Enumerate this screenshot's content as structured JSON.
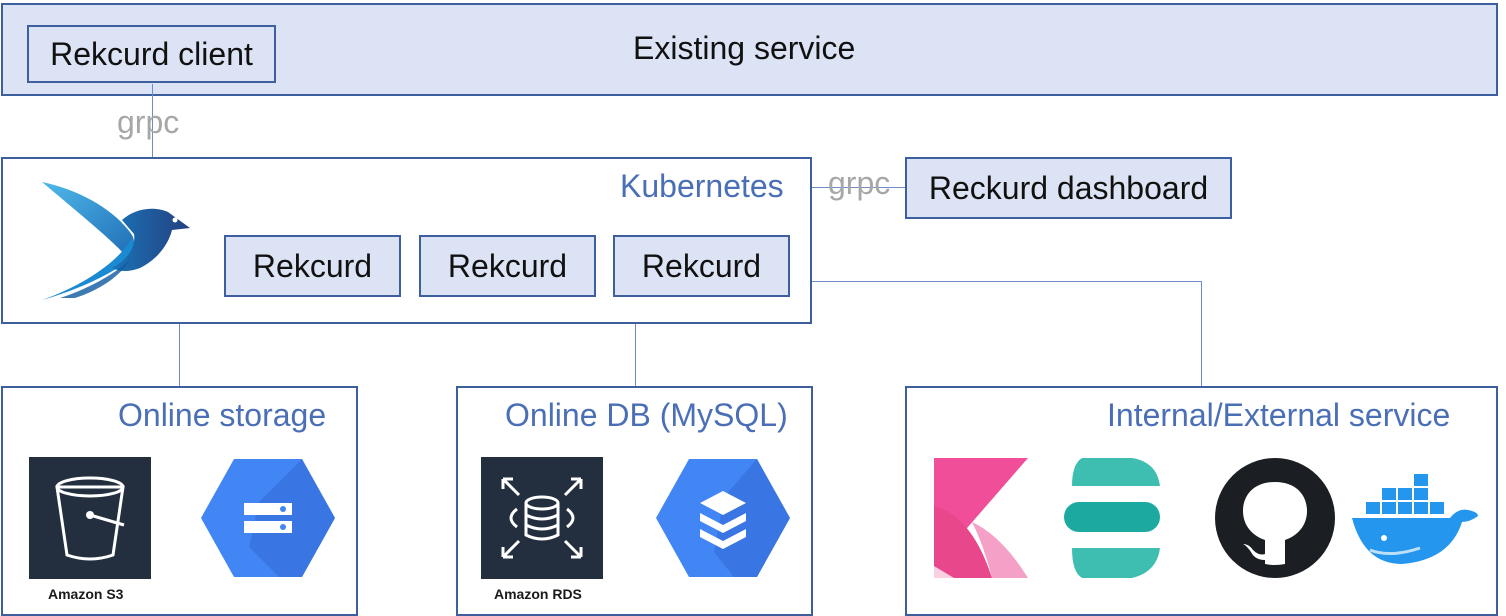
{
  "existing_service": {
    "title": "Existing service",
    "client_label": "Rekcurd client"
  },
  "connections": {
    "grpc_client": "grpc",
    "grpc_dashboard": "grpc"
  },
  "kubernetes": {
    "title": "Kubernetes",
    "pods": [
      "Rekcurd",
      "Rekcurd",
      "Rekcurd"
    ],
    "logo_icon": "kubeflow-bird-icon"
  },
  "dashboard": {
    "label": "Reckurd dashboard"
  },
  "online_storage": {
    "title": "Online storage",
    "icons": [
      "amazon-s3-icon",
      "google-cloud-storage-icon"
    ],
    "s3_caption": "Amazon S3"
  },
  "online_db": {
    "title": "Online DB (MySQL)",
    "icons": [
      "amazon-rds-icon",
      "google-cloud-sql-icon"
    ],
    "rds_caption": "Amazon RDS"
  },
  "external_service": {
    "title": "Internal/External service",
    "icons": [
      "kibana-icon",
      "elasticsearch-icon",
      "github-icon",
      "docker-icon"
    ]
  },
  "colors": {
    "border": "#3e5f9e",
    "fill_light": "#dbe3f4",
    "accent_text": "#4a6fb7",
    "grpc_text": "#a7a7a7"
  }
}
